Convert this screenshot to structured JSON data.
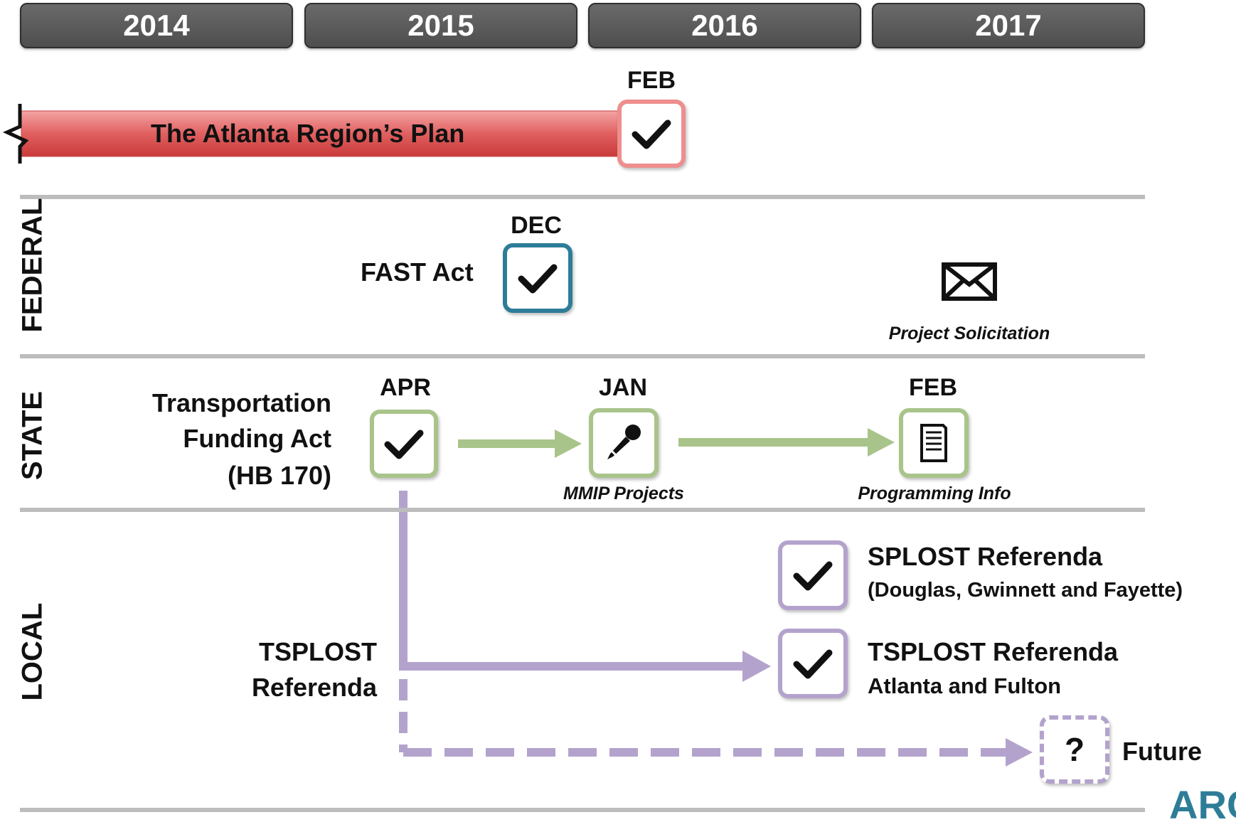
{
  "years": [
    "2014",
    "2015",
    "2016",
    "2017"
  ],
  "plan": {
    "label": "The Atlanta Region’s Plan",
    "month": "FEB"
  },
  "federal": {
    "section_label": "FEDERAL",
    "fast_act_label": "FAST Act",
    "fast_act_month": "DEC",
    "solicitation_caption": "Project Solicitation",
    "solicitation_icon": "envelope-icon"
  },
  "state": {
    "section_label": "STATE",
    "tfa_label_line1": "Transportation",
    "tfa_label_line2": "Funding Act",
    "tfa_label_line3": "(HB 170)",
    "apr_month": "APR",
    "jan_month": "JAN",
    "jan_caption": "MMIP Projects",
    "feb_month": "FEB",
    "feb_caption": "Programming Info"
  },
  "local": {
    "section_label": "LOCAL",
    "tsplost_label_line1": "TSPLOST",
    "tsplost_label_line2": "Referenda",
    "splost_title": "SPLOST Referenda",
    "splost_sub": "(Douglas, Gwinnett and Fayette)",
    "tsplost_title": "TSPLOST Referenda",
    "tsplost_sub": "Atlanta and Fulton",
    "future_label": "Future",
    "future_symbol": "?"
  },
  "colors": {
    "plan_red": "#d94a4a",
    "federal_teal": "#2e7d98",
    "state_green": "#a9c48a",
    "local_purple": "#b3a3cc",
    "year_bar": "#5a5a5a",
    "divider": "#bdbdbd"
  },
  "logo_text": "ARC"
}
